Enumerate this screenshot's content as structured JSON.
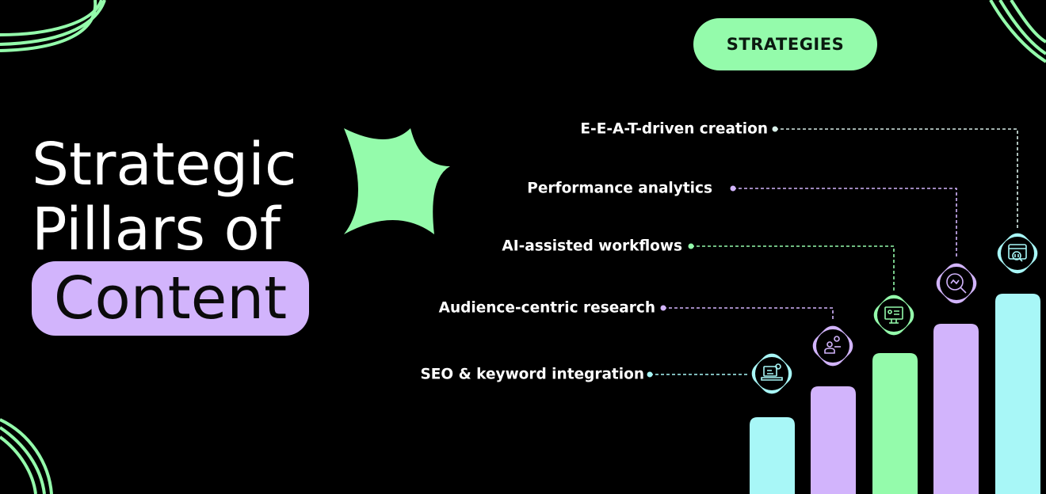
{
  "title": {
    "line1": "Strategic",
    "line2": "Pillars of",
    "highlight": "Content"
  },
  "badge": "STRATEGIES",
  "strategies": [
    {
      "label": "SEO & keyword integration",
      "icon": "laptop-icon",
      "color": "#a8f7f7"
    },
    {
      "label": "Audience-centric research",
      "icon": "users-icon",
      "color": "#d2b4fc"
    },
    {
      "label": "AI-assisted workflows",
      "icon": "monitor-icon",
      "color": "#94fbab"
    },
    {
      "label": "Performance analytics",
      "icon": "analytics-search-icon",
      "color": "#d2b4fc"
    },
    {
      "label": "E-E-A-T-driven creation",
      "icon": "browser-search-icon",
      "color": "#a8f7f7"
    }
  ],
  "colors": {
    "background": "#000000",
    "green": "#94fbab",
    "lavender": "#d2b4fc",
    "cyan": "#a8f7f7"
  }
}
